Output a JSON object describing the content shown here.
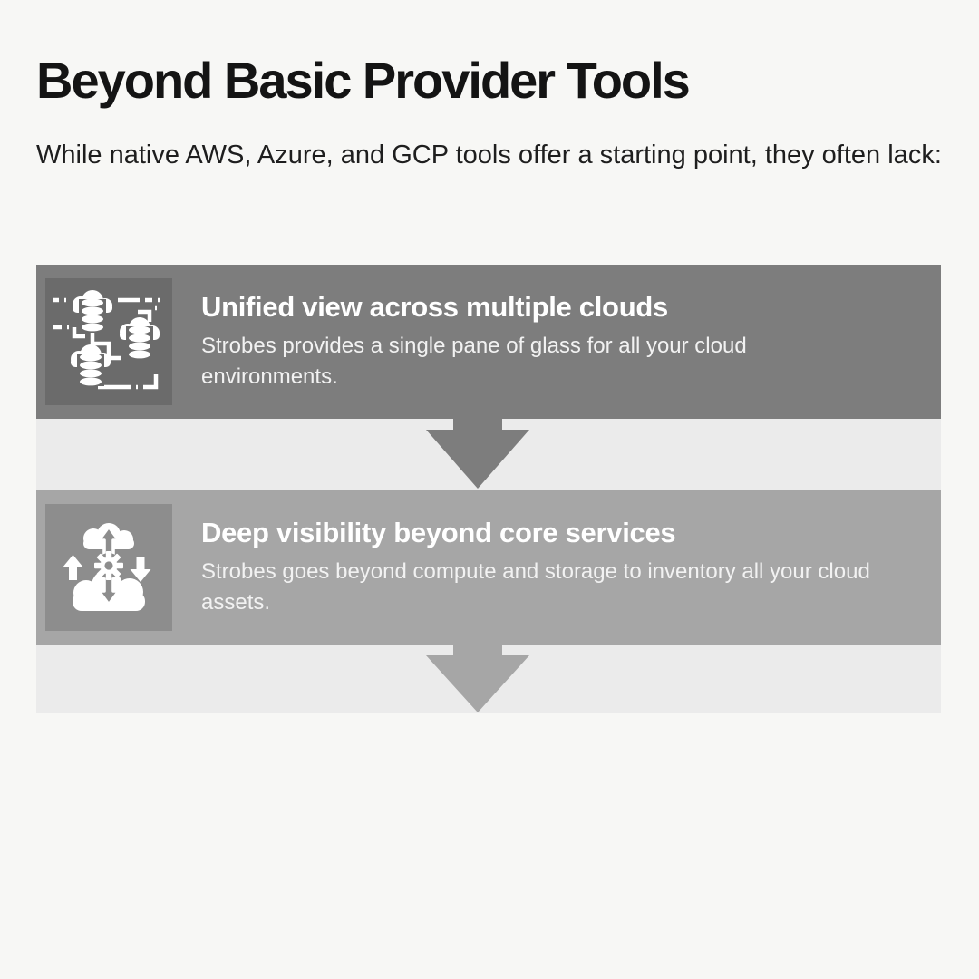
{
  "header": {
    "title": "Beyond Basic Provider Tools",
    "intro": "While native AWS, Azure, and GCP tools offer a starting point, they often lack:"
  },
  "cards": [
    {
      "title": "Unified view across multiple clouds",
      "description": "Strobes provides a single pane of glass for all your cloud environments.",
      "icon": "multi-cloud-network-icon"
    },
    {
      "title": "Deep visibility beyond core services",
      "description": "Strobes goes beyond compute and storage to inventory all your cloud assets.",
      "icon": "cloud-data-transfer-icon"
    }
  ],
  "flow": {
    "connector_style": "down-block-arrow",
    "connector_count": 2
  },
  "colors": {
    "page_bg": "#f7f7f5",
    "strip_bg": "#ebebeb",
    "card1_bg": "#7d7d7d",
    "card1_icon_bg": "#6b6b6b",
    "card2_bg": "#a6a6a6",
    "card2_icon_bg": "#8d8d8d",
    "arrow1_color": "#7d7d7d",
    "arrow2_color": "#a6a6a6",
    "heading_color": "#141414",
    "intro_color": "#1e1e1e",
    "card_title_color": "#ffffff",
    "card_body_color": "#f2f2f2"
  }
}
